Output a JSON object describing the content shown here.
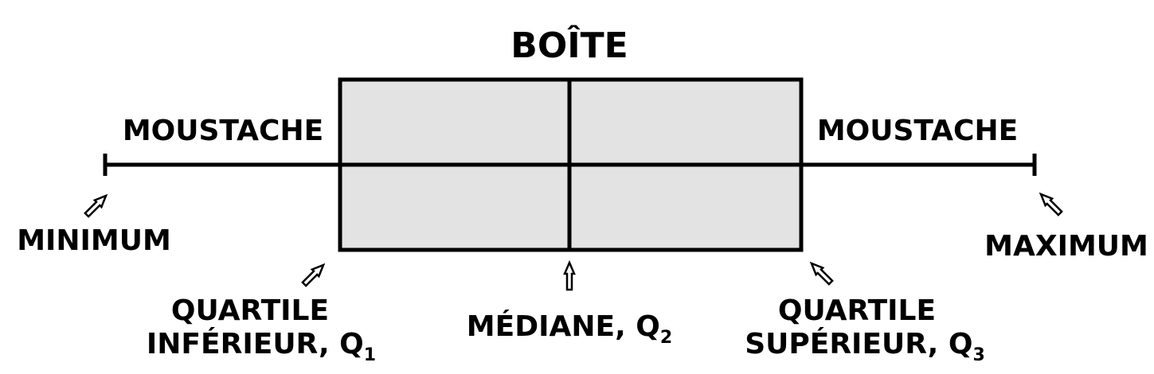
{
  "title": "BOÎTE",
  "labels": {
    "whisker_left": "MOUSTACHE",
    "whisker_right": "MOUSTACHE",
    "minimum": "MINIMUM",
    "maximum": "MAXIMUM",
    "q1_line1": "QUARTILE",
    "q1_line2": "INFÉRIEUR, Q",
    "q1_sub": "1",
    "median": "MÉDIANE, Q",
    "median_sub": "2",
    "q3_line1": "QUARTILE",
    "q3_line2": "SUPÉRIEUR, Q",
    "q3_sub": "3"
  },
  "colors": {
    "box_fill": "#e3e3e3",
    "stroke": "#000000",
    "arrow_fill": "#ffffff"
  },
  "icons": {
    "minimum_pointer": "arrow-up-right-icon",
    "q1_pointer": "arrow-up-right-icon",
    "median_pointer": "arrow-up-icon",
    "q3_pointer": "arrow-up-left-icon",
    "maximum_pointer": "arrow-up-left-icon"
  }
}
